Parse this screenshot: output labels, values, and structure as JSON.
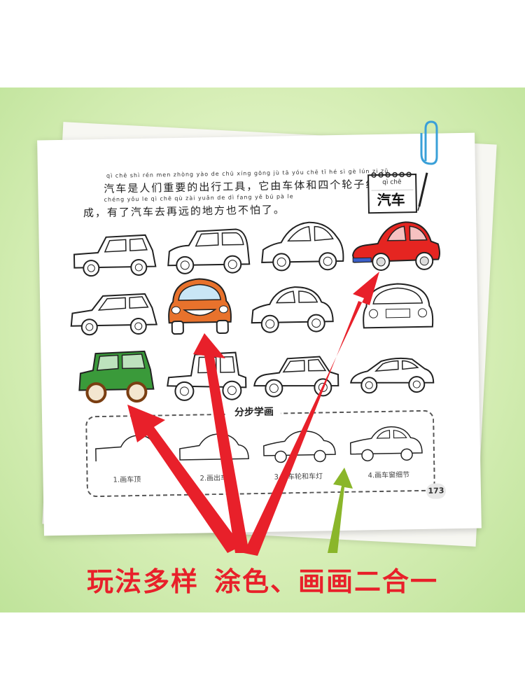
{
  "book": {
    "pinyin_line1": "qì chē shì rén men zhòng yào de chū xíng gōng jù   tā yóu chē tǐ hé sì gè lún zi zǔ",
    "text_line1": "汽车是人们重要的出行工具，它由车体和四个轮子组",
    "pinyin_line2": "chéng  yǒu le qì chē qù zài yuǎn de dì fang yě bú pà le",
    "text_line2": "成，有了汽车去再远的地方也不怕了。",
    "title_pinyin": "qì chē",
    "title": "汽车",
    "steps_title": "分步学画",
    "steps": [
      {
        "label": "1.画车顶"
      },
      {
        "label": "2.画出车身"
      },
      {
        "label": "3.画车轮和车灯"
      },
      {
        "label": "4.画车窗细节"
      }
    ],
    "page_number": "173"
  },
  "cars": [
    {
      "name": "car-outline-1",
      "fill": "none"
    },
    {
      "name": "car-outline-2",
      "fill": "none"
    },
    {
      "name": "car-outline-3",
      "fill": "none"
    },
    {
      "name": "car-red-beetle",
      "fill": "#e52521"
    },
    {
      "name": "car-outline-5",
      "fill": "none"
    },
    {
      "name": "car-orange-cartoon",
      "fill": "#e8722c"
    },
    {
      "name": "car-outline-7",
      "fill": "none"
    },
    {
      "name": "car-outline-8",
      "fill": "none"
    },
    {
      "name": "car-green-jeep",
      "fill": "#3a9a3a"
    },
    {
      "name": "car-outline-vintage",
      "fill": "none"
    },
    {
      "name": "car-outline-mini",
      "fill": "none"
    },
    {
      "name": "car-outline-sedan",
      "fill": "none"
    }
  ],
  "caption": {
    "part1": "玩法多样",
    "part2": "涂色、画画二合一"
  },
  "colors": {
    "arrow_red": "#e8202a",
    "arrow_green": "#8ab62a",
    "caption": "#e8202a",
    "background_green": "#c6e6a3"
  }
}
